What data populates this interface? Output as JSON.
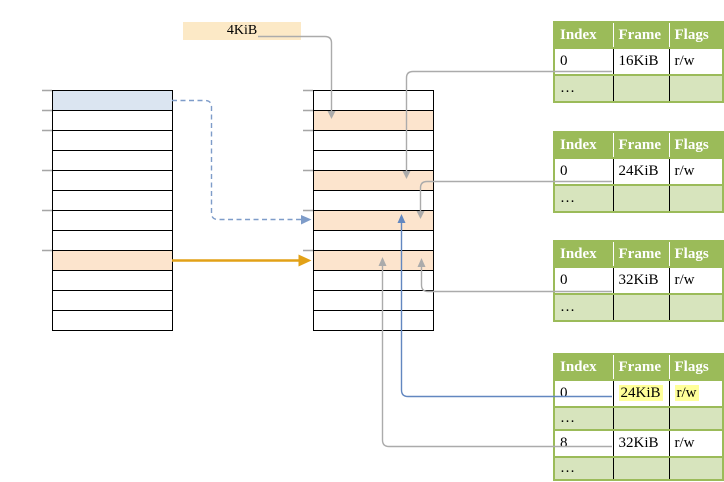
{
  "frame_size_label": "4KiB",
  "memory_tables": [
    {
      "name": "virtual-memory-column",
      "rows": 12,
      "blue_rows": [
        0
      ],
      "orange_rows": [
        8
      ]
    },
    {
      "name": "physical-memory-column",
      "rows": 12,
      "blue_rows": [],
      "orange_rows": [
        1,
        4,
        6,
        8
      ]
    }
  ],
  "page_tables": [
    {
      "headers": [
        "Index",
        "Frame",
        "Flags"
      ],
      "rows": [
        {
          "cells": [
            "0",
            "16KiB",
            "r/w"
          ],
          "hl": [
            0,
            0,
            0
          ]
        },
        {
          "cells": [
            "…",
            "",
            ""
          ],
          "hl": [
            0,
            0,
            0
          ]
        }
      ]
    },
    {
      "headers": [
        "Index",
        "Frame",
        "Flags"
      ],
      "rows": [
        {
          "cells": [
            "0",
            "24KiB",
            "r/w"
          ],
          "hl": [
            0,
            0,
            0
          ]
        },
        {
          "cells": [
            "…",
            "",
            ""
          ],
          "hl": [
            0,
            0,
            0
          ]
        }
      ]
    },
    {
      "headers": [
        "Index",
        "Frame",
        "Flags"
      ],
      "rows": [
        {
          "cells": [
            "0",
            "32KiB",
            "r/w"
          ],
          "hl": [
            0,
            0,
            0
          ]
        },
        {
          "cells": [
            "…",
            "",
            ""
          ],
          "hl": [
            0,
            0,
            0
          ]
        }
      ]
    },
    {
      "headers": [
        "Index",
        "Frame",
        "Flags"
      ],
      "rows": [
        {
          "cells": [
            "0",
            "24KiB",
            "r/w"
          ],
          "hl": [
            0,
            1,
            1
          ]
        },
        {
          "cells": [
            "…",
            "",
            ""
          ],
          "hl": [
            0,
            0,
            0
          ]
        },
        {
          "cells": [
            "8",
            "32KiB",
            "r/w"
          ],
          "hl": [
            0,
            0,
            0
          ]
        },
        {
          "cells": [
            "…",
            "",
            ""
          ],
          "hl": [
            0,
            0,
            0
          ]
        }
      ]
    }
  ],
  "colors": {
    "table_header_green": "#9BBB59",
    "table_row_light_green": "#D7E4BD",
    "highlight_yellow": "#FFFF99",
    "virtual_page_blue": "#DBE5F1",
    "mapped_frame_peach": "#FCE4CD",
    "size_label_cream": "#FCE9C6",
    "connector_grey": "#ABABAB",
    "connector_blue": "#6287C0",
    "connector_blue_dashed": "#7E9CC9",
    "connector_orange": "#E2A117"
  }
}
